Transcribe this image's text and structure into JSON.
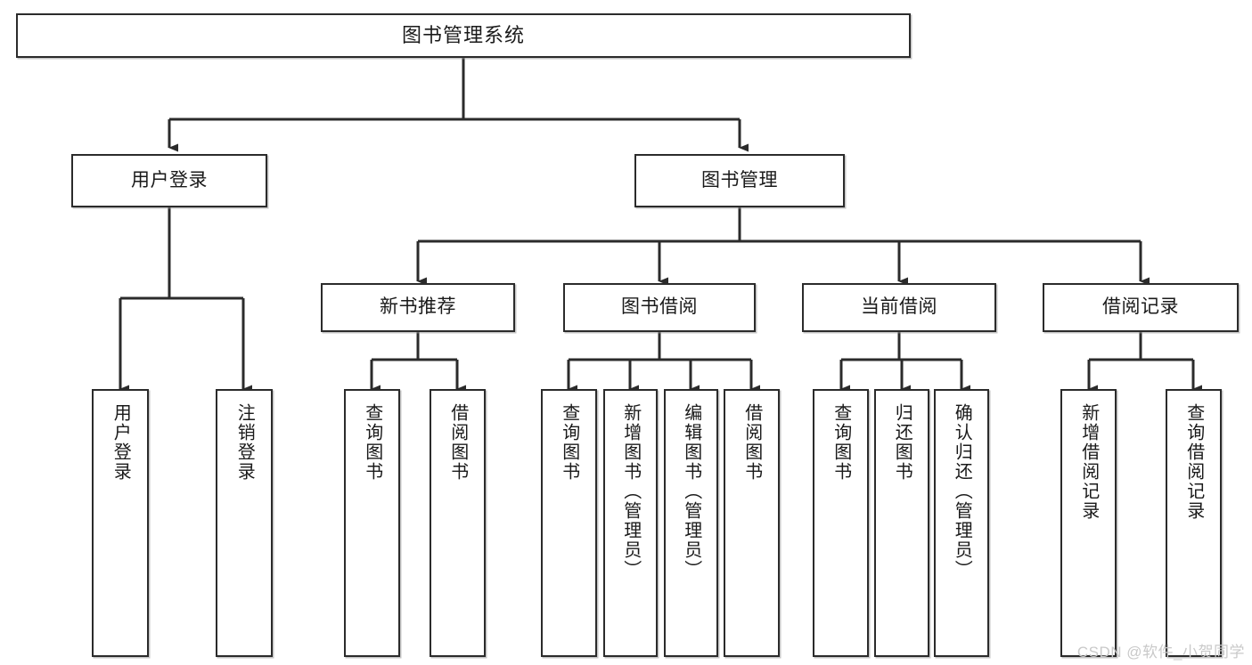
{
  "diagram": {
    "type": "tree-hierarchy",
    "title": "图书管理系统",
    "watermark": "CSDN @软件_小贺同学",
    "colors": {
      "box_border": "#2b2b2b",
      "box_fill": "#ffffff",
      "connector": "#2b2b2b",
      "text": "#1a1a1a",
      "watermark": "#c9c9c9",
      "background": "#ffffff"
    }
  },
  "nodes": {
    "root": {
      "label": "图书管理系统",
      "level": 1
    },
    "level2": [
      {
        "id": "user-login",
        "label": "用户登录"
      },
      {
        "id": "book-manage",
        "label": "图书管理"
      }
    ],
    "level3": [
      {
        "id": "new-book-recommend",
        "label": "新书推荐",
        "parent": "book-manage"
      },
      {
        "id": "book-borrow",
        "label": "图书借阅",
        "parent": "book-manage"
      },
      {
        "id": "current-borrow",
        "label": "当前借阅",
        "parent": "book-manage"
      },
      {
        "id": "borrow-record",
        "label": "借阅记录",
        "parent": "book-manage"
      }
    ],
    "leaves": {
      "user-login": [
        {
          "id": "do-login",
          "label": "用户登录"
        },
        {
          "id": "do-logout",
          "label": "注销登录"
        }
      ],
      "new-book-recommend": [
        {
          "id": "query-book-1",
          "label": "查询图书"
        },
        {
          "id": "borrow-book-1",
          "label": "借阅图书"
        }
      ],
      "book-borrow": [
        {
          "id": "query-book-2",
          "label": "查询图书"
        },
        {
          "id": "add-book",
          "label": "新增图书（管理员）"
        },
        {
          "id": "edit-book",
          "label": "编辑图书（管理员）"
        },
        {
          "id": "borrow-book-2",
          "label": "借阅图书"
        }
      ],
      "current-borrow": [
        {
          "id": "query-book-3",
          "label": "查询图书"
        },
        {
          "id": "return-book",
          "label": "归还图书"
        },
        {
          "id": "confirm-return",
          "label": "确认归还（管理员）"
        }
      ],
      "borrow-record": [
        {
          "id": "add-borrow-record",
          "label": "新增借阅记录"
        },
        {
          "id": "query-borrow-record",
          "label": "查询借阅记录"
        }
      ]
    }
  }
}
